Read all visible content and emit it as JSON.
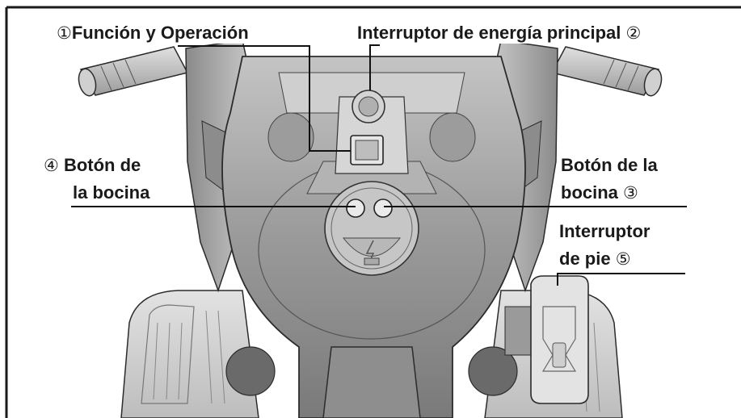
{
  "labels": {
    "funcion": {
      "num": "①",
      "text": "Función y Operación"
    },
    "interruptor_principal": {
      "text": "Interruptor de energía principal",
      "num": "②"
    },
    "boton_izq": {
      "num": "④",
      "line1": "Botón de",
      "line2": "la bocina"
    },
    "boton_der": {
      "line1": "Botón de la",
      "line2": "bocina",
      "num": "③"
    },
    "interruptor_pie": {
      "line1": "Interruptor",
      "line2": "de pie",
      "num": "⑤"
    }
  },
  "colors": {
    "frame": "#1a1a1a",
    "leader": "#111111",
    "body_light": "#d8d8d8",
    "body_mid": "#a8a8a8",
    "body_dark": "#6a6a6a",
    "outline": "#2b2b2b"
  }
}
